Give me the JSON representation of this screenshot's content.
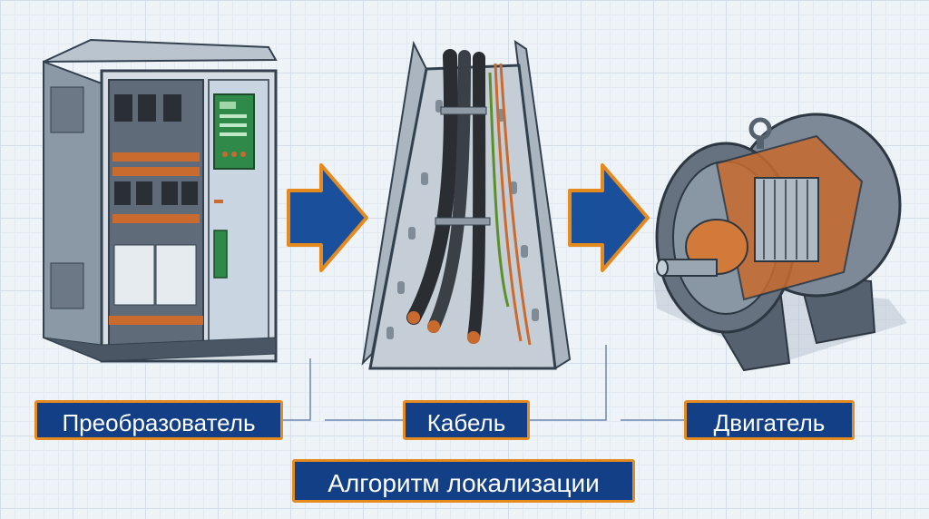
{
  "labels": {
    "converter": "Преобразователь",
    "cable": "Кабель",
    "motor": "Двигатель",
    "algorithm": "Алгоритм локализации"
  },
  "icons": [
    "converter-cabinet-icon",
    "cable-tray-icon",
    "electric-motor-icon",
    "arrow-right-icon"
  ],
  "colors": {
    "label_background": "#123f86",
    "label_border": "#e58a1f",
    "arrow_fill": "#1a4f9c",
    "arrow_border": "#e58a1f",
    "copper": "#c96a2e"
  }
}
